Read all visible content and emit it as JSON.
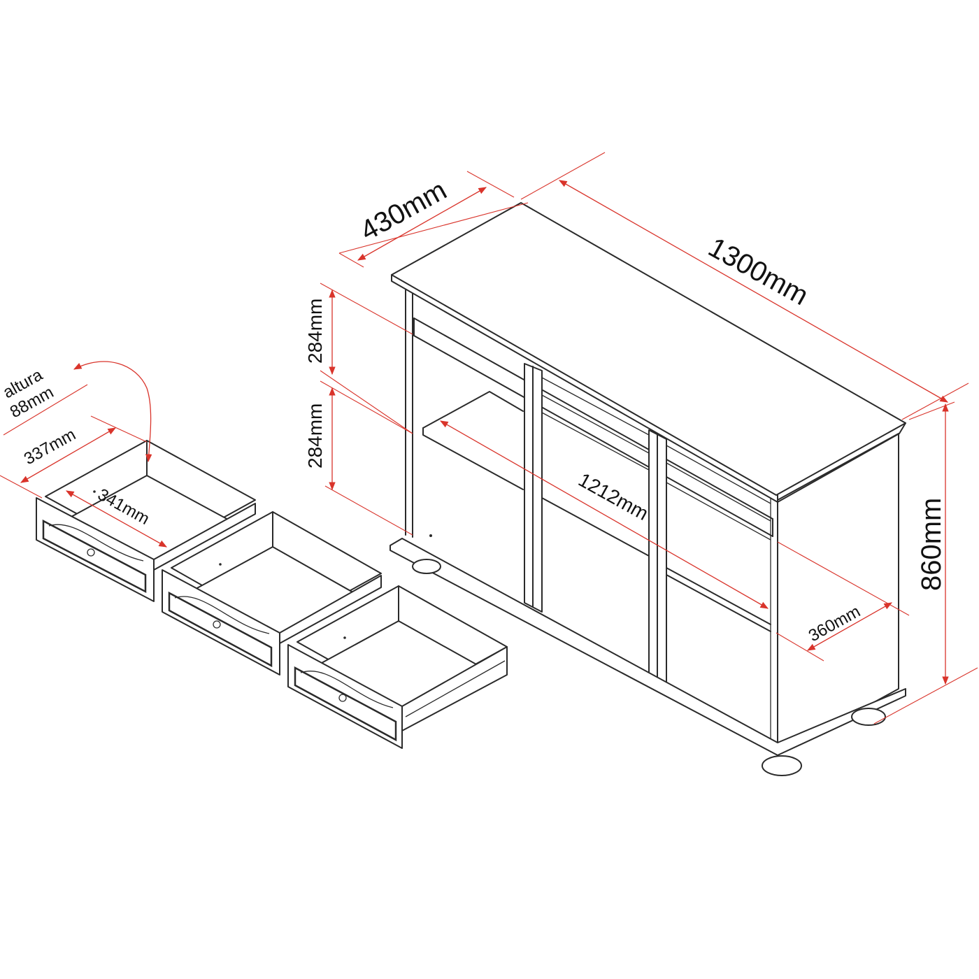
{
  "colors": {
    "dimension_line": "#d9342b",
    "outline": "#2a2a2a",
    "background": "#ffffff"
  },
  "dimensions": {
    "depth": "430mm",
    "width": "1300mm",
    "height": "860mm",
    "upper_drawer_height": "284mm",
    "lower_drawer_height": "284mm",
    "inner_width": "1212mm",
    "inner_depth": "360mm",
    "drawer_height_label": "altura",
    "drawer_height_value": "88mm",
    "drawer_width": "337mm",
    "drawer_depth": "341mm"
  }
}
